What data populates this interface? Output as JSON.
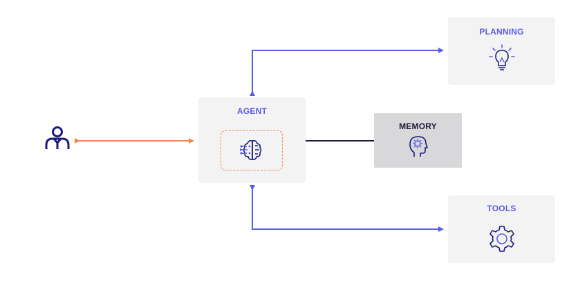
{
  "diagram": {
    "agent": {
      "label": "AGENT",
      "icon": "brain-circuit-icon"
    },
    "planning": {
      "label": "PLANNING",
      "icon": "lightbulb-icon"
    },
    "memory": {
      "label": "MEMORY",
      "icon": "head-gear-icon"
    },
    "tools": {
      "label": "TOOLS",
      "icon": "gear-icon"
    },
    "user": {
      "icon": "user-icon"
    },
    "colors": {
      "accent": "#5b5be6",
      "user_link": "#f2884d",
      "memory_link": "#1b1b3a",
      "box_bg": "#f3f3f4",
      "memory_bg": "#d8d8da"
    }
  }
}
